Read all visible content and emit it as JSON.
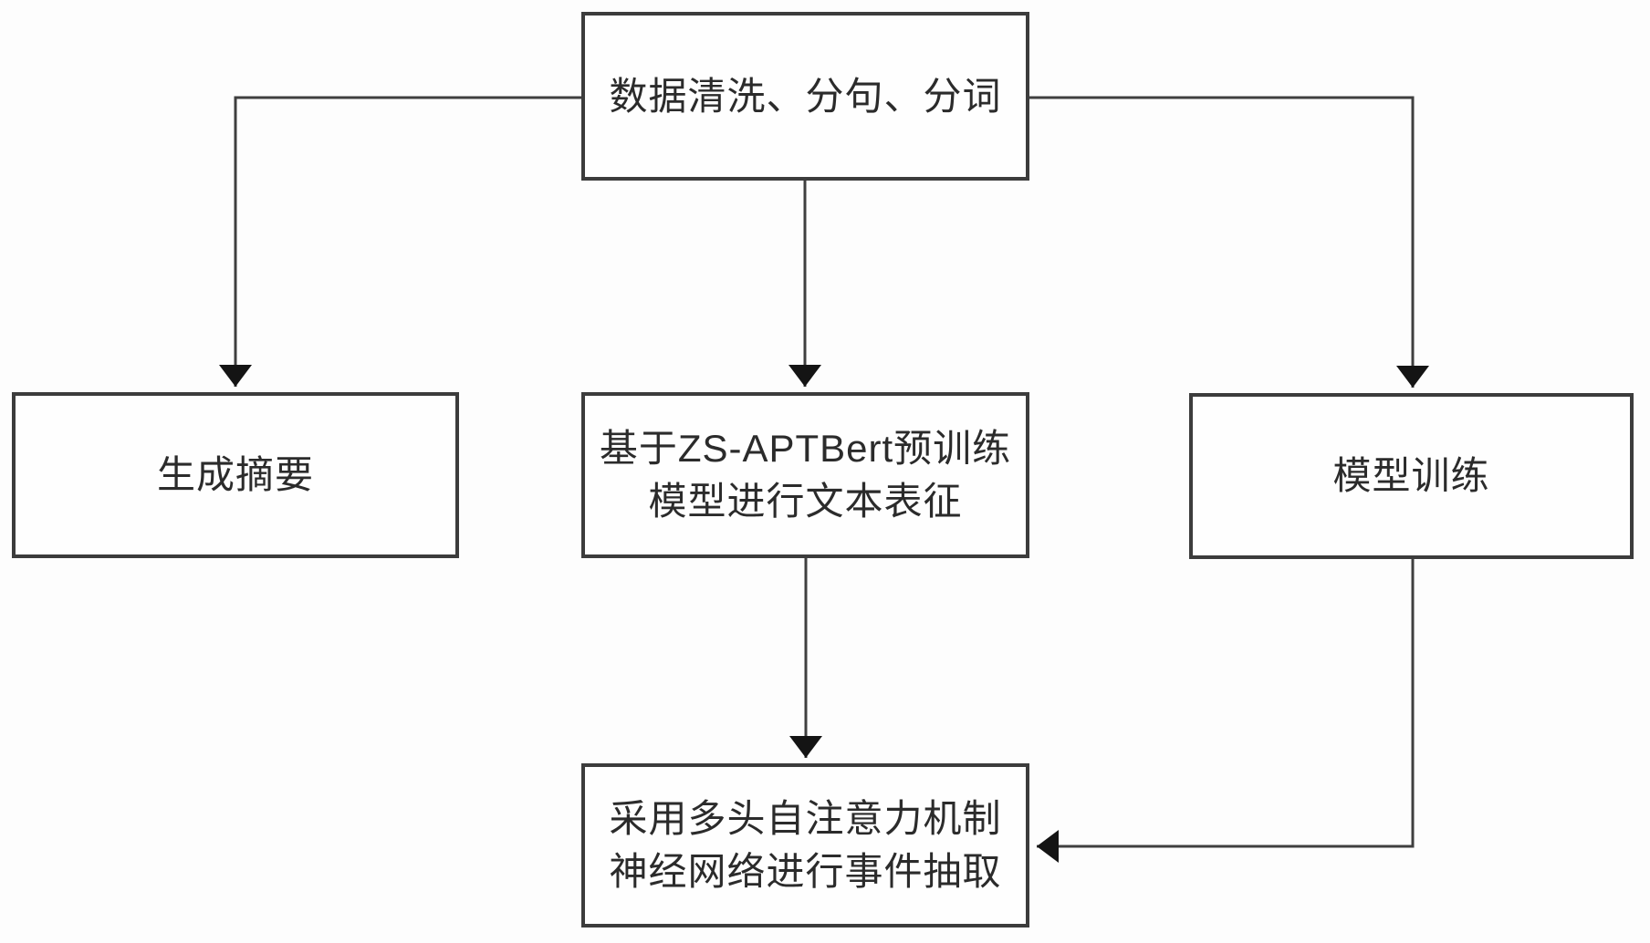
{
  "diagram": {
    "type": "flowchart",
    "colors": {
      "background": "#fdfdfd",
      "node_background": "#fefefe",
      "node_border": "#3c3c3c",
      "connector_line": "#3f3f3f",
      "arrowhead": "#141414",
      "text": "#2b2b2b"
    },
    "nodes": {
      "preprocess": {
        "label": "数据清洗、分句、分词"
      },
      "summary": {
        "label": "生成摘要"
      },
      "representation": {
        "label": "基于ZS-APTBert预训练\n模型进行文本表征"
      },
      "training": {
        "label": "模型训练"
      },
      "extraction": {
        "label": "采用多头自注意力机制\n神经网络进行事件抽取"
      }
    },
    "edges": [
      {
        "from": "preprocess",
        "to": "summary"
      },
      {
        "from": "preprocess",
        "to": "representation"
      },
      {
        "from": "preprocess",
        "to": "training"
      },
      {
        "from": "representation",
        "to": "extraction"
      },
      {
        "from": "training",
        "to": "extraction"
      }
    ]
  }
}
